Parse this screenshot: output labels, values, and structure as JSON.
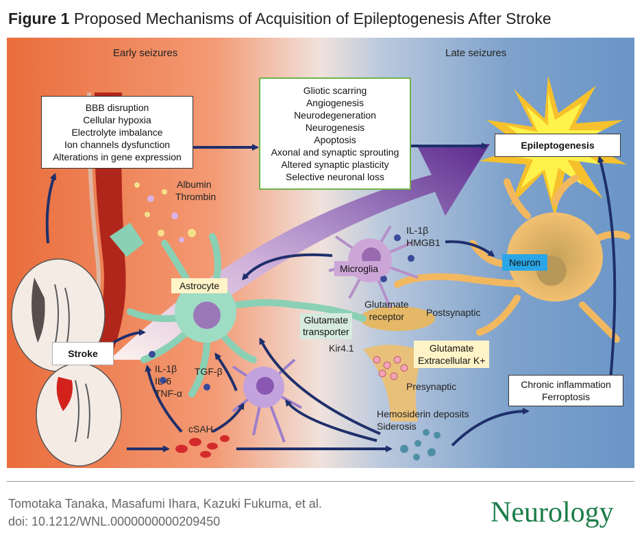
{
  "figure": {
    "number": "Figure 1",
    "title": "Proposed Mechanisms of Acquisition of Epileptogenesis After Stroke"
  },
  "phases": {
    "early": "Early seizures",
    "late": "Late seizures"
  },
  "boxes": {
    "early_changes": [
      "BBB disruption",
      "Cellular hypoxia",
      "Electrolyte imbalance",
      "Ion channels dysfunction",
      "Alterations in gene expression"
    ],
    "late_changes": [
      "Gliotic scarring",
      "Angiogenesis",
      "Neurodegeneration",
      "Neurogenesis",
      "Apoptosis",
      "Axonal and synaptic sprouting",
      "Altered synaptic plasticity",
      "Selective neuronal loss"
    ],
    "epileptogenesis": "Epileptogenesis",
    "stroke": "Stroke",
    "chronic": [
      "Chronic inflammation",
      "Ferroptosis"
    ]
  },
  "labels": {
    "albumin": "Albumin",
    "thrombin": "Thrombin",
    "astrocyte": "Astrocyte",
    "microglia": "Microglia",
    "neuron": "Neuron",
    "il1b_hmgb1": [
      "IL-1β",
      "HMGB1"
    ],
    "glutamate_transporter": [
      "Glutamate",
      "transporter"
    ],
    "glutamate_receptor": [
      "Glutamate",
      "receptor"
    ],
    "postsynaptic": "Postsynaptic",
    "kir41": "Kir4.1",
    "glutamate_k": [
      "Glutamate",
      "Extracellular K+"
    ],
    "presynaptic": "Presynaptic",
    "cytokines": [
      "IL-1β",
      "IL-6",
      "TNF-α"
    ],
    "tgfb": "TGF-β",
    "csah": "cSAH",
    "hemosiderin": [
      "Hemosiderin deposits",
      "Siderosis"
    ]
  },
  "credit": {
    "authors": "Tomotaka Tanaka, Masafumi Ihara, Kazuki Fukuma, et al.",
    "doi": "doi: 10.1212/WNL.0000000000209450"
  },
  "journal": "Neurology",
  "colors": {
    "early_bg": "#ee7d4c",
    "late_bg": "#6a95c6",
    "arrow": "#1f2f6b",
    "purple_arrow": "#5b2a8c",
    "star": "#fff24a",
    "green_border": "#6fb24a"
  }
}
